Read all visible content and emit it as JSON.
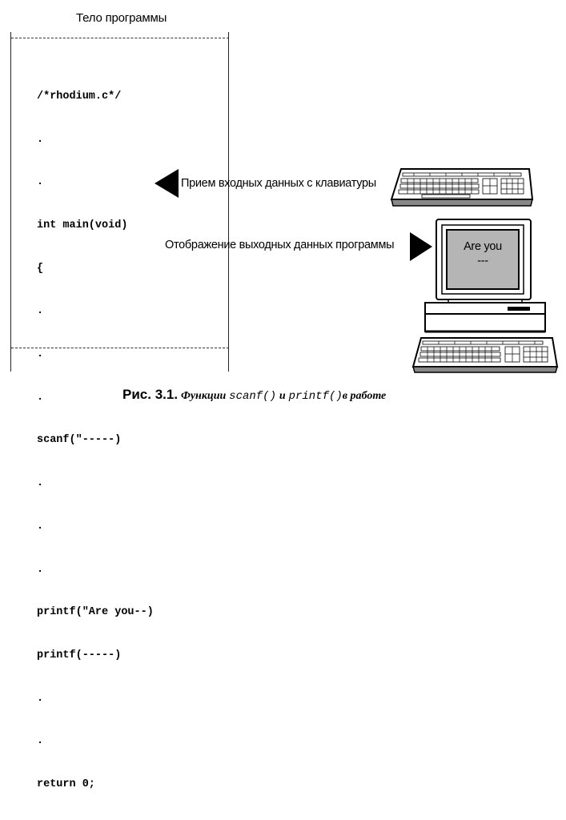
{
  "panel": {
    "title": "Тело программы",
    "code_lines": [
      "/*rhodium.c*/",
      ".",
      ".",
      "int main(void)",
      "{",
      ".",
      ".",
      ".",
      "scanf(\"-----)",
      ".",
      ".",
      ".",
      "printf(\"Are you--)",
      "printf(-----)",
      ".",
      ".",
      "return 0;",
      "}"
    ]
  },
  "annotations": {
    "input_label": "Прием входных данных с клавиатуры",
    "output_label": "Отображение выходных данных программы"
  },
  "screen": {
    "line1": "Are you",
    "line2": "---"
  },
  "caption": {
    "lead": "Рис. 3.1.",
    "word1": "Функции",
    "func1": "scanf()",
    "word2": "и",
    "func2": "printf()",
    "word3": "в работе"
  }
}
